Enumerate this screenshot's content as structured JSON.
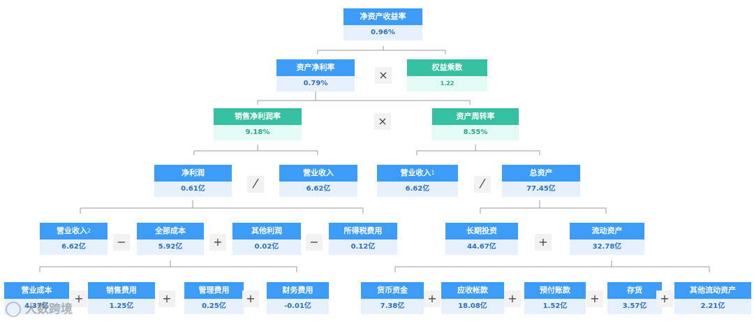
{
  "nodes": {
    "roe": {
      "title": "净资产收益率",
      "value": "0.96%"
    },
    "roa": {
      "title": "资产净利率",
      "value": "0.79%"
    },
    "equity_multiplier": {
      "title": "权益乘数",
      "value": "1.22"
    },
    "net_profit_margin": {
      "title": "销售净利润率",
      "value": "9.18%"
    },
    "asset_turnover": {
      "title": "资产周转率",
      "value": "8.55%"
    },
    "net_profit": {
      "title": "净利润",
      "value": "0.61亿"
    },
    "revenue": {
      "title": "营业收入",
      "value": "6.62亿"
    },
    "revenue1": {
      "title": "营业收入",
      "sup": "1",
      "value": "6.62亿"
    },
    "total_assets": {
      "title": "总资产",
      "value": "77.45亿"
    },
    "revenue2": {
      "title": "营业收入",
      "sup": "2",
      "value": "6.62亿"
    },
    "total_cost": {
      "title": "全部成本",
      "value": "5.92亿"
    },
    "other_profit": {
      "title": "其他利润",
      "value": "0.02亿"
    },
    "income_tax": {
      "title": "所得税费用",
      "value": "0.12亿"
    },
    "long_term_invest": {
      "title": "长期投资",
      "value": "44.67亿"
    },
    "current_assets": {
      "title": "流动资产",
      "value": "32.78亿"
    },
    "operating_cost": {
      "title": "营业成本",
      "value": "4.37亿"
    },
    "selling_expense": {
      "title": "销售费用",
      "value": "1.25亿"
    },
    "admin_expense": {
      "title": "管理费用",
      "value": "0.25亿"
    },
    "finance_expense": {
      "title": "财务费用",
      "value": "-0.01亿"
    },
    "cash": {
      "title": "货币资金",
      "value": "7.38亿"
    },
    "receivables": {
      "title": "应收帐款",
      "value": "18.08亿"
    },
    "prepayments": {
      "title": "预付账款",
      "value": "1.52亿"
    },
    "inventory": {
      "title": "存货",
      "value": "3.57亿"
    },
    "other_current": {
      "title": "其他流动资产",
      "value": "2.21亿"
    }
  },
  "operators": {
    "times": "×",
    "divide": "⁄",
    "minus": "−",
    "plus": "+"
  },
  "watermark": "大数跨境",
  "colors": {
    "blue": "#3d9cf5",
    "green": "#36bfa0",
    "connector": "#999999"
  }
}
